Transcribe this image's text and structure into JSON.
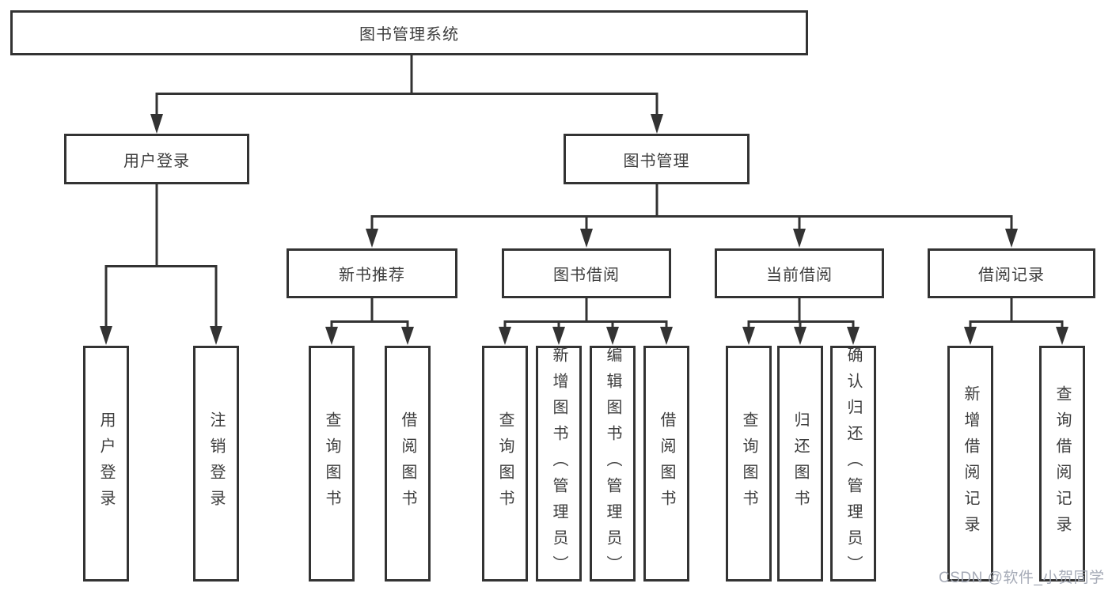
{
  "diagram": {
    "root": {
      "label": "图书管理系统"
    },
    "branches": [
      {
        "label": "用户登录",
        "children": [
          {
            "label": "用户登录"
          },
          {
            "label": "注销登录"
          }
        ]
      },
      {
        "label": "图书管理",
        "children": [
          {
            "label": "新书推荐",
            "children": [
              {
                "label": "查询图书"
              },
              {
                "label": "借阅图书"
              }
            ]
          },
          {
            "label": "图书借阅",
            "children": [
              {
                "label": "查询图书"
              },
              {
                "label": "新增图书（管理员）"
              },
              {
                "label": "编辑图书（管理员）"
              },
              {
                "label": "借阅图书"
              }
            ]
          },
          {
            "label": "当前借阅",
            "children": [
              {
                "label": "查询图书"
              },
              {
                "label": "归还图书"
              },
              {
                "label": "确认归还（管理员）"
              }
            ]
          },
          {
            "label": "借阅记录",
            "children": [
              {
                "label": "新增借阅记录"
              },
              {
                "label": "查询借阅记录"
              }
            ]
          }
        ]
      }
    ]
  },
  "watermark": "CSDN @软件_小贺同学",
  "colors": {
    "line": "#333333",
    "text": "#3d3d3d",
    "background": "#ffffff",
    "watermark": "#a1a7b3"
  }
}
